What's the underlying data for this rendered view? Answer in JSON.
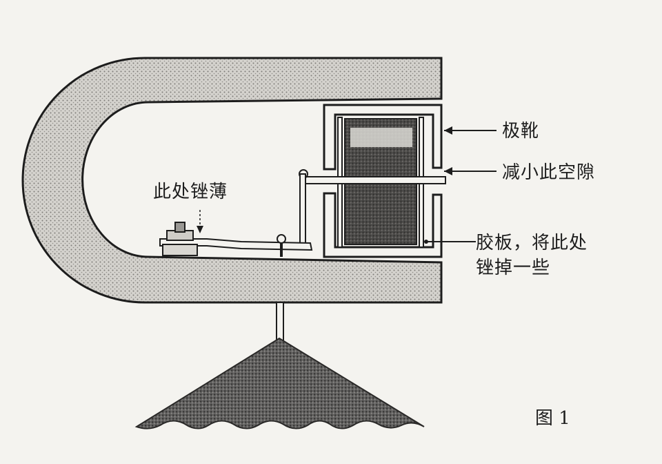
{
  "labels": {
    "pole_shoe": "极靴",
    "reduce_gap": "减小此空隙",
    "file_thin": "此处锉薄",
    "rubber_plate_line1": "胶板，将此处",
    "rubber_plate_line2": "锉掉一些"
  },
  "caption": {
    "figure": "图 1"
  },
  "colors": {
    "ink": "#1d1d1d",
    "paper": "#f4f3ef",
    "magnet_fill": "#c9c7c2",
    "coil_fill": "#4a4947",
    "cone_fill": "#5a5956"
  }
}
